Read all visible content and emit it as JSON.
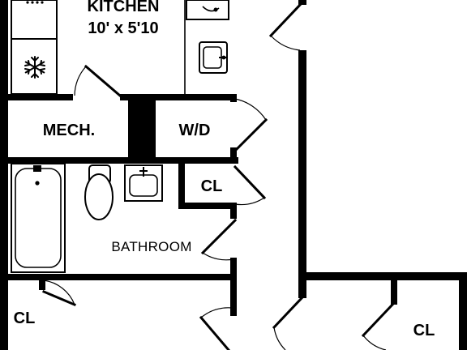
{
  "rooms": {
    "kitchen": {
      "name": "KITCHEN",
      "dimensions": "10' x 5'10"
    },
    "mech": {
      "name": "MECH."
    },
    "wd": {
      "name": "W/D"
    },
    "cl_hall": {
      "name": "CL"
    },
    "bathroom": {
      "name": "BATHROOM"
    },
    "cl_left": {
      "name": "CL"
    },
    "cl_right": {
      "name": "CL"
    }
  },
  "icons": {
    "fridge": "snowflake-icon",
    "stove": "stove-icon",
    "kitchen_sink": "sink-icon",
    "bath_sink": "sink-icon",
    "toilet": "toilet-icon",
    "bathtub": "bathtub-icon"
  },
  "colors": {
    "wall": "#000000",
    "background": "#ffffff"
  }
}
